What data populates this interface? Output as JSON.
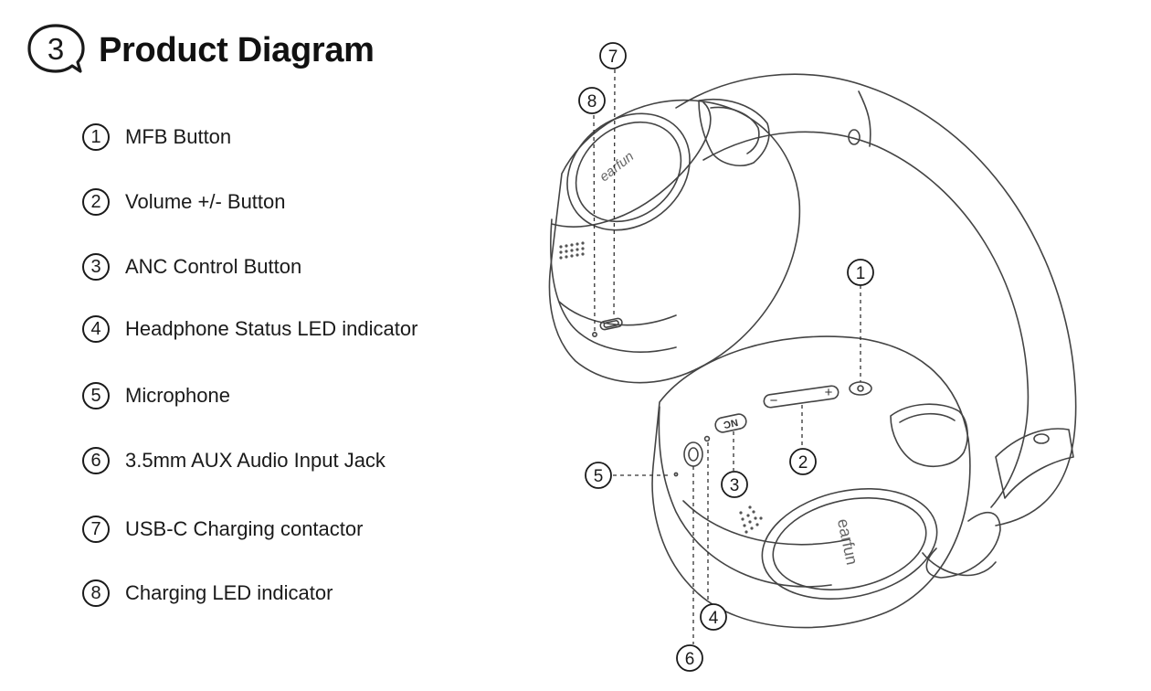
{
  "section": {
    "number": "3",
    "title": "Product Diagram"
  },
  "legend": [
    {
      "number": "1",
      "label": "MFB Button"
    },
    {
      "number": "2",
      "label": "Volume +/- Button"
    },
    {
      "number": "3",
      "label": "ANC Control Button"
    },
    {
      "number": "4",
      "label": "Headphone Status LED indicator"
    },
    {
      "number": "5",
      "label": "Microphone"
    },
    {
      "number": "6",
      "label": "3.5mm AUX Audio Input Jack"
    },
    {
      "number": "7",
      "label": "USB-C Charging contactor"
    },
    {
      "number": "8",
      "label": "Charging LED indicator"
    }
  ],
  "diagram": {
    "brand_text": "earfun",
    "button_labels": {
      "anc": "NC",
      "minus": "−",
      "plus": "+"
    },
    "callouts": [
      "1",
      "2",
      "3",
      "4",
      "5",
      "6",
      "7",
      "8"
    ]
  }
}
